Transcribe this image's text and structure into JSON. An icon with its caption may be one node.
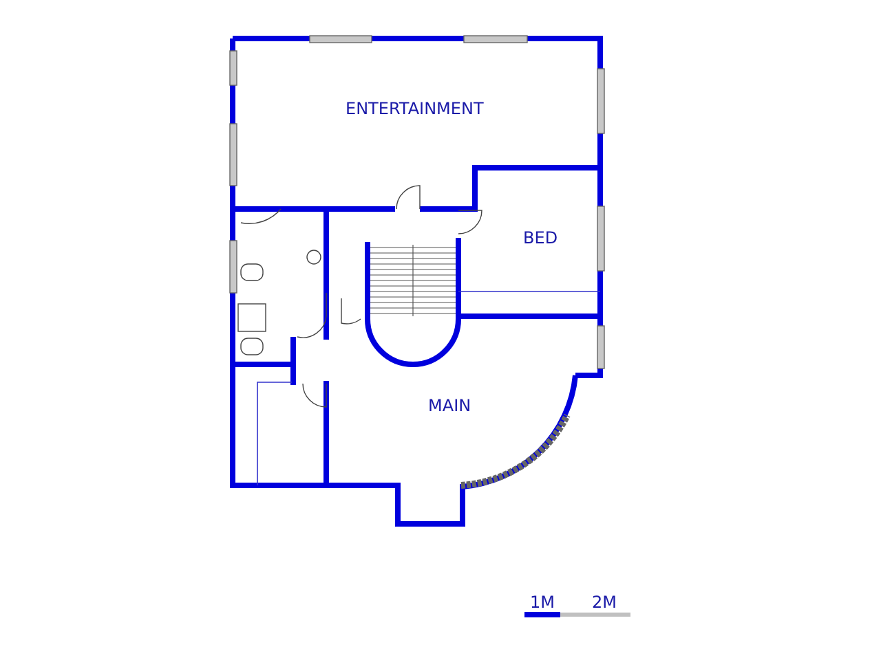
{
  "diagram": {
    "labels": [
      "ENTERTAINMENT",
      "BED",
      "MAIN",
      "1M",
      "2M"
    ]
  }
}
